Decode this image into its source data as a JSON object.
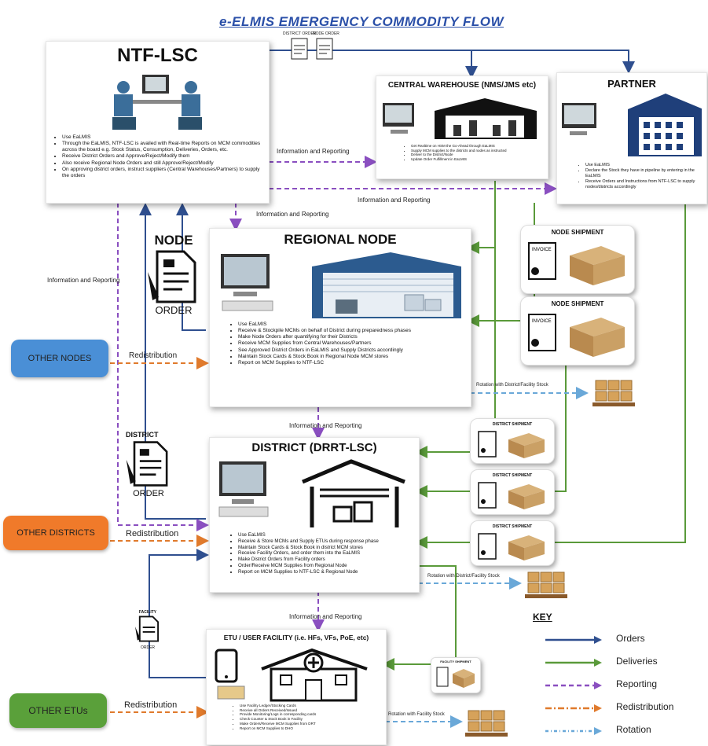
{
  "title": "e-ELMIS EMERGENCY COMMODITY FLOW",
  "ntf": {
    "title": "NTF-LSC",
    "bullets": [
      "Use EaLMIS",
      "Through the EaLMIS, NTF-LSC is availed with Real-time Reports on MCM commodities across the board e.g. Stock Status, Consumption, Deliveries, Orders, etc.",
      "Receive District Orders and Approve/Reject/Modify them",
      "Also receive Regional Node Orders and still Approve/Reject/Modify",
      "On approving district orders, instruct suppliers (Central Warehouses/Partners) to supply the orders"
    ]
  },
  "warehouse": {
    "title": "CENTRAL WAREHOUSE (NMS/JMS etc)",
    "bullets": [
      "Get Realtime on HSM the Go-Ahead through EaLMIS",
      "Supply MCM supplies to the districts and nodes as instructed",
      "Deliver to the District/Node",
      "Update Order Fulfillment in EaLMIS"
    ]
  },
  "partner": {
    "title": "PARTNER",
    "bullets": [
      "Use EaLMIS",
      "Declare the Stock they have in pipeline by entering in the EaLMIS",
      "Receive Orders and Instructions from NTF-LSC to supply nodes/districts accordingly"
    ]
  },
  "regional": {
    "title": "REGIONAL NODE",
    "bullets": [
      "Use EaLMIS",
      "Receive & Stockpile MCMs on behalf of District during preparedness phases",
      "Make Node Orders after quantifying for their Districts",
      "Receive MCM Supplies from Central Warehouses/Partners",
      "See Approved District Orders in EaLMIS and Supply Districts accordingly",
      "Maintain Stock Cards & Stock Book in Regional Node MCM stores",
      "Report on MCM Supplies to NTF-LSC"
    ]
  },
  "district": {
    "title": "DISTRICT (DRRT-LSC)",
    "bullets": [
      "Use EaLMIS",
      "Receive & Store MCMs and Supply ETUs during response phase",
      "Maintain Stock Cards & Stock Book in district MCM stores",
      "Receive Facility Orders, and order them into the EaLMIS",
      "Make District Orders from Facility orders",
      "Order/Receive MCM Supplies from Regional Node",
      "Report on MCM Supplies to NTF-LSC & Regional Node"
    ]
  },
  "etu": {
    "title": "ETU / USER FACILITY (i.e. HFs, VFs, PoE, etc)",
    "bullets": [
      "Use Facility Ledger/Stocking Cards",
      "Receive all Orders Received/Issued",
      "Provide Monitoring/Logs in corresponding cards",
      "Check Counter & Stock Book in Facility",
      "Make Orders/Receive MCM Supplies from DRT",
      "Report on MCM Supplies to DHO"
    ]
  },
  "order_docs": {
    "node_word": "NODE",
    "node_sub": "ORDER",
    "district_word": "DISTRICT",
    "district_sub": "ORDER",
    "facility_word": "FACILITY",
    "facility_sub": "ORDER",
    "top1": "DISTRICT ORDER",
    "top2": "NODE ORDER"
  },
  "shipments": {
    "node1": "NODE SHIPMENT",
    "node2": "NODE SHIPMENT",
    "district1": "DISTRICT SHIPMENT",
    "district2": "DISTRICT SHIPMENT",
    "district3": "DISTRICT SHIPMENT",
    "facility": "FACILITY SHIPMENT",
    "invoice": "INVOICE"
  },
  "side": {
    "other_nodes": "OTHER NODES",
    "other_districts": "OTHER DISTRICTS",
    "other_etus": "OTHER ETUs"
  },
  "labels": {
    "info1": "Information and Reporting",
    "info2": "Information and Reporting",
    "info3": "Information and Reporting",
    "info4": "Information and Reporting",
    "info5": "Information and Reporting",
    "info_left": "Information and Reporting",
    "redis1": "Redistribution",
    "redis2": "Redistribution",
    "redis3": "Redistribution",
    "rot1": "Rotation with District/Facility Stock",
    "rot2": "Rotation with District/Facility Stock",
    "rot3": "Rotation with Facility Stock"
  },
  "key": {
    "title": "KEY",
    "items": [
      {
        "label": "Orders",
        "color": "#2f4f8f"
      },
      {
        "label": "Deliveries",
        "color": "#5a9a3a"
      },
      {
        "label": "Reporting",
        "color": "#8a4fc0"
      },
      {
        "label": "Redistribution",
        "color": "#e07a2c"
      },
      {
        "label": "Rotation",
        "color": "#6aa8d8"
      }
    ]
  },
  "colors": {
    "orders": "#2f4f8f",
    "deliveries": "#5a9a3a",
    "reporting": "#8a4fc0",
    "redistribution": "#e07a2c",
    "rotation": "#6aa8d8",
    "other_nodes": "#4a8fd6",
    "other_districts": "#f07a2a",
    "other_etus": "#5aa03a",
    "title": "#2a4fa8"
  }
}
